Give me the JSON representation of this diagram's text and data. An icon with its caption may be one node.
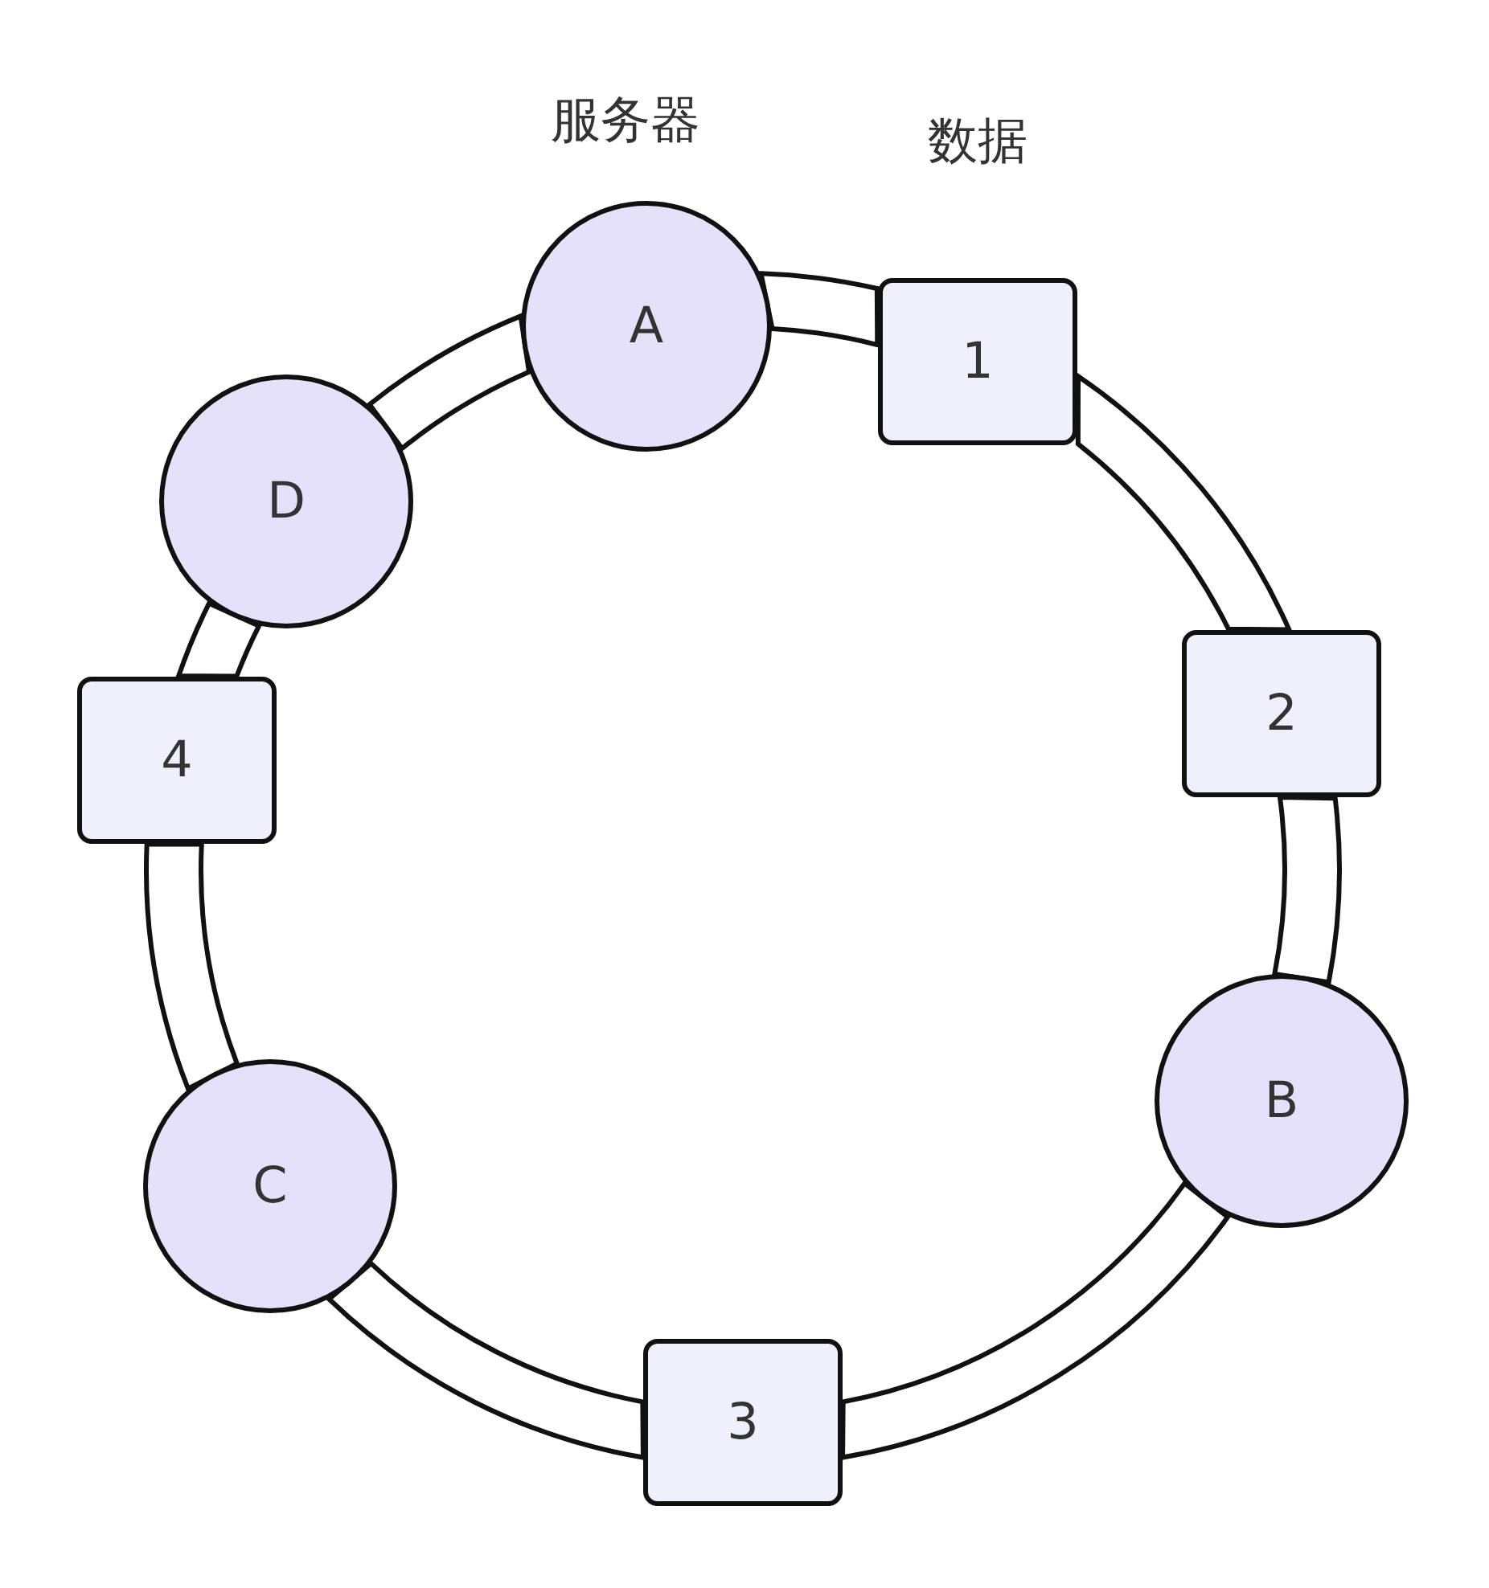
{
  "diagram": {
    "nodes": [
      {
        "text": [
          "A"
        ],
        "beside": [
          "服务器"
        ]
      },
      {
        "text": [
          "1"
        ],
        "beside": [
          "数据"
        ]
      },
      {
        "text": [
          "2"
        ]
      },
      {
        "text": [
          "B"
        ]
      },
      {
        "text": [
          "3"
        ]
      },
      {
        "text": [
          "C"
        ]
      },
      {
        "text": [
          "4"
        ]
      },
      {
        "text": [
          "D"
        ]
      }
    ],
    "edges": [
      {
        "from": 0,
        "to": 1,
        "arrow": "none"
      },
      {
        "from": 1,
        "to": 2,
        "arrow": "none"
      },
      {
        "from": 2,
        "to": 3,
        "arrow": "none"
      },
      {
        "from": 3,
        "to": 4,
        "arrow": "none"
      },
      {
        "from": 4,
        "to": 5,
        "arrow": "none"
      },
      {
        "from": 5,
        "to": 6,
        "arrow": "none"
      },
      {
        "from": 6,
        "to": 7,
        "arrow": "none"
      },
      {
        "from": 7,
        "to": 0,
        "arrow": "none"
      }
    ]
  }
}
